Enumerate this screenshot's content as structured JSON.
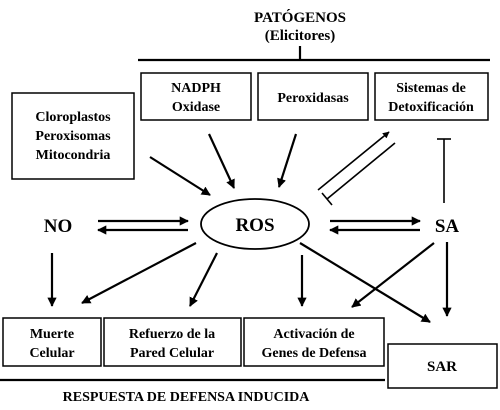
{
  "header": {
    "title": "PATÓGENOS",
    "subtitle": "(Elicitores)"
  },
  "sources": {
    "nadph_line1": "NADPH",
    "nadph_line2": "Oxidase",
    "peroxidasas": "Peroxidasas",
    "detox_line1": "Sistemas de",
    "detox_line2": "Detoxificación",
    "organelles": [
      "Cloroplastos",
      "Peroxisomas",
      "Mitocondria"
    ]
  },
  "center": {
    "ros": "ROS",
    "no": "NO",
    "sa": "SA"
  },
  "outcomes": {
    "muerte_line1": "Muerte",
    "muerte_line2": "Celular",
    "refuerzo_line1": "Refuerzo de la",
    "refuerzo_line2": "Pared Celular",
    "activacion_line1": "Activación de",
    "activacion_line2": "Genes de Defensa",
    "sar": "SAR"
  },
  "footer": {
    "label": "RESPUESTA DE DEFENSA INDUCIDA"
  }
}
